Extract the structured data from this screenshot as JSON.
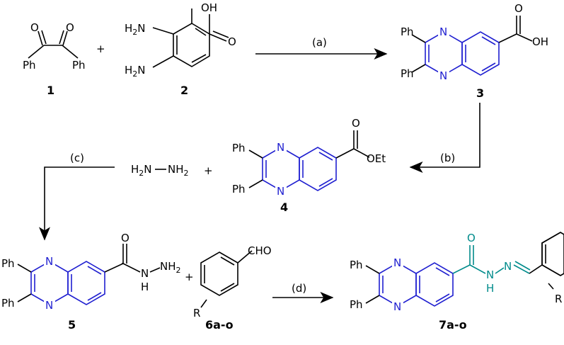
{
  "colors": {
    "ring_blue": "#1f1fd0",
    "linker_teal": "#008b8b",
    "ink": "#000000"
  },
  "atoms": {
    "O": "O",
    "OH": "OH",
    "H": "H",
    "N": "N",
    "Ph": "Ph",
    "R": "R",
    "H2N_main": "H",
    "H2N_sub": "2",
    "H2N_tail": "N",
    "NH2_main": "NH",
    "NH2_sub": "2",
    "OEt": "OEt",
    "CHO": "CHO"
  },
  "compounds": {
    "c1": "1",
    "c2": "2",
    "c3": "3",
    "c4": "4",
    "c5": "5",
    "c6": "6a-o",
    "c7": "7a-o"
  },
  "reagents": {
    "plus": "+"
  },
  "steps": {
    "a": "(a)",
    "b": "(b)",
    "c": "(c)",
    "d": "(d)"
  }
}
